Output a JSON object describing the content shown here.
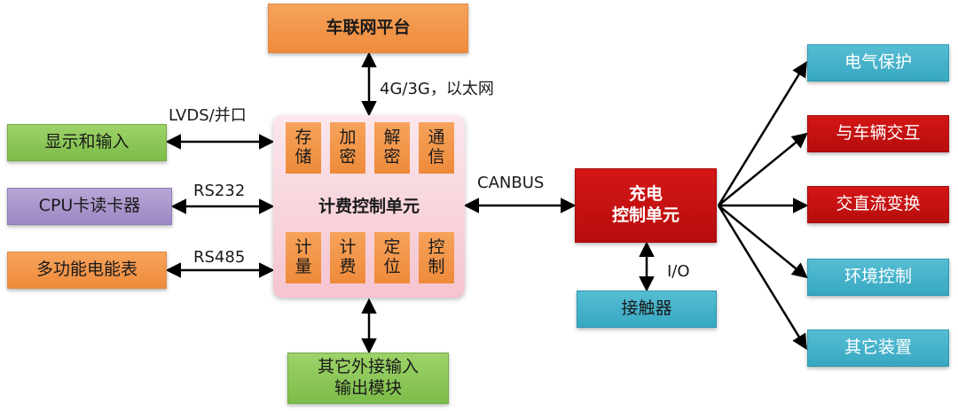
{
  "top_platform": "车联网平台",
  "top_link_label": "4G/3G，以太网",
  "center": {
    "title": "计费控制单元",
    "top_chips": [
      "存\n储",
      "加\n密",
      "解\n密",
      "通\n信"
    ],
    "bottom_chips": [
      "计\n量",
      "计\n费",
      "定\n位",
      "控\n制"
    ]
  },
  "left": {
    "display": {
      "label": "显示和输入",
      "link": "LVDS/并口"
    },
    "cpu": {
      "label": "CPU卡读卡器",
      "link": "RS232"
    },
    "meter": {
      "label": "多功能电能表",
      "link": "RS485"
    }
  },
  "bottom_module": "其它外接输入\n输出模块",
  "can_link": "CANBUS",
  "charge_unit": "充电\n控制单元",
  "io_link": "I/O",
  "contactor": "接触器",
  "right": [
    "电气保护",
    "与车辆交互",
    "交直流变换",
    "环境控制",
    "其它装置"
  ],
  "colors": {
    "orange": "#f09040",
    "green": "#86c455",
    "purple": "#a894cc",
    "teal": "#41afc8",
    "red": "#c31010",
    "pink": "#f8d3db"
  }
}
